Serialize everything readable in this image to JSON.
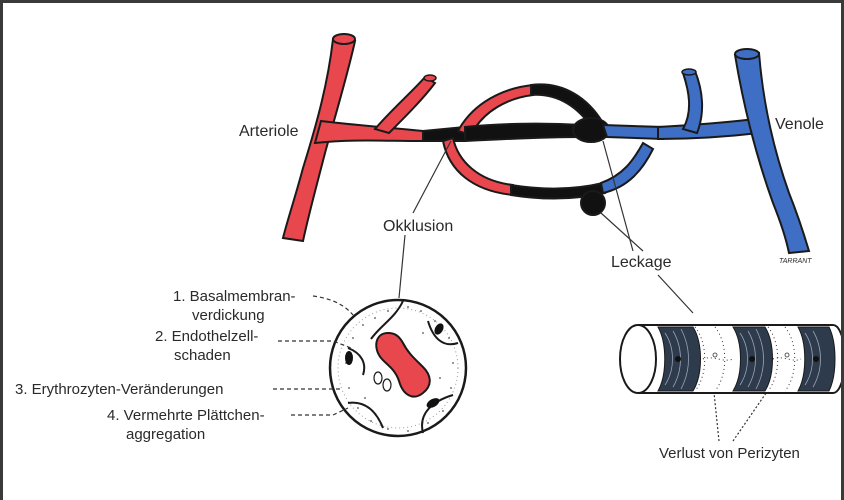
{
  "labels": {
    "arteriole": "Arteriole",
    "venole": "Venole",
    "okklusion": "Okklusion",
    "leckage": "Leckage",
    "perizyten": "Verlust von Perizyten",
    "list": {
      "item1_line1": "1. Basalmembran-",
      "item1_line2": "verdickung",
      "item2_line1": "2. Endothelzell-",
      "item2_line2": "schaden",
      "item3": "3. Erythrozyten-Veränderungen",
      "item4_line1": "4. Vermehrte Plättchen-",
      "item4_line2": "aggregation"
    },
    "signature": "TARRANT"
  },
  "colors": {
    "artery": "#e8474e",
    "vein": "#3f6fc4",
    "occlusion": "#111111",
    "outline": "#1a1a1a",
    "frame": "#3a3a3a"
  }
}
